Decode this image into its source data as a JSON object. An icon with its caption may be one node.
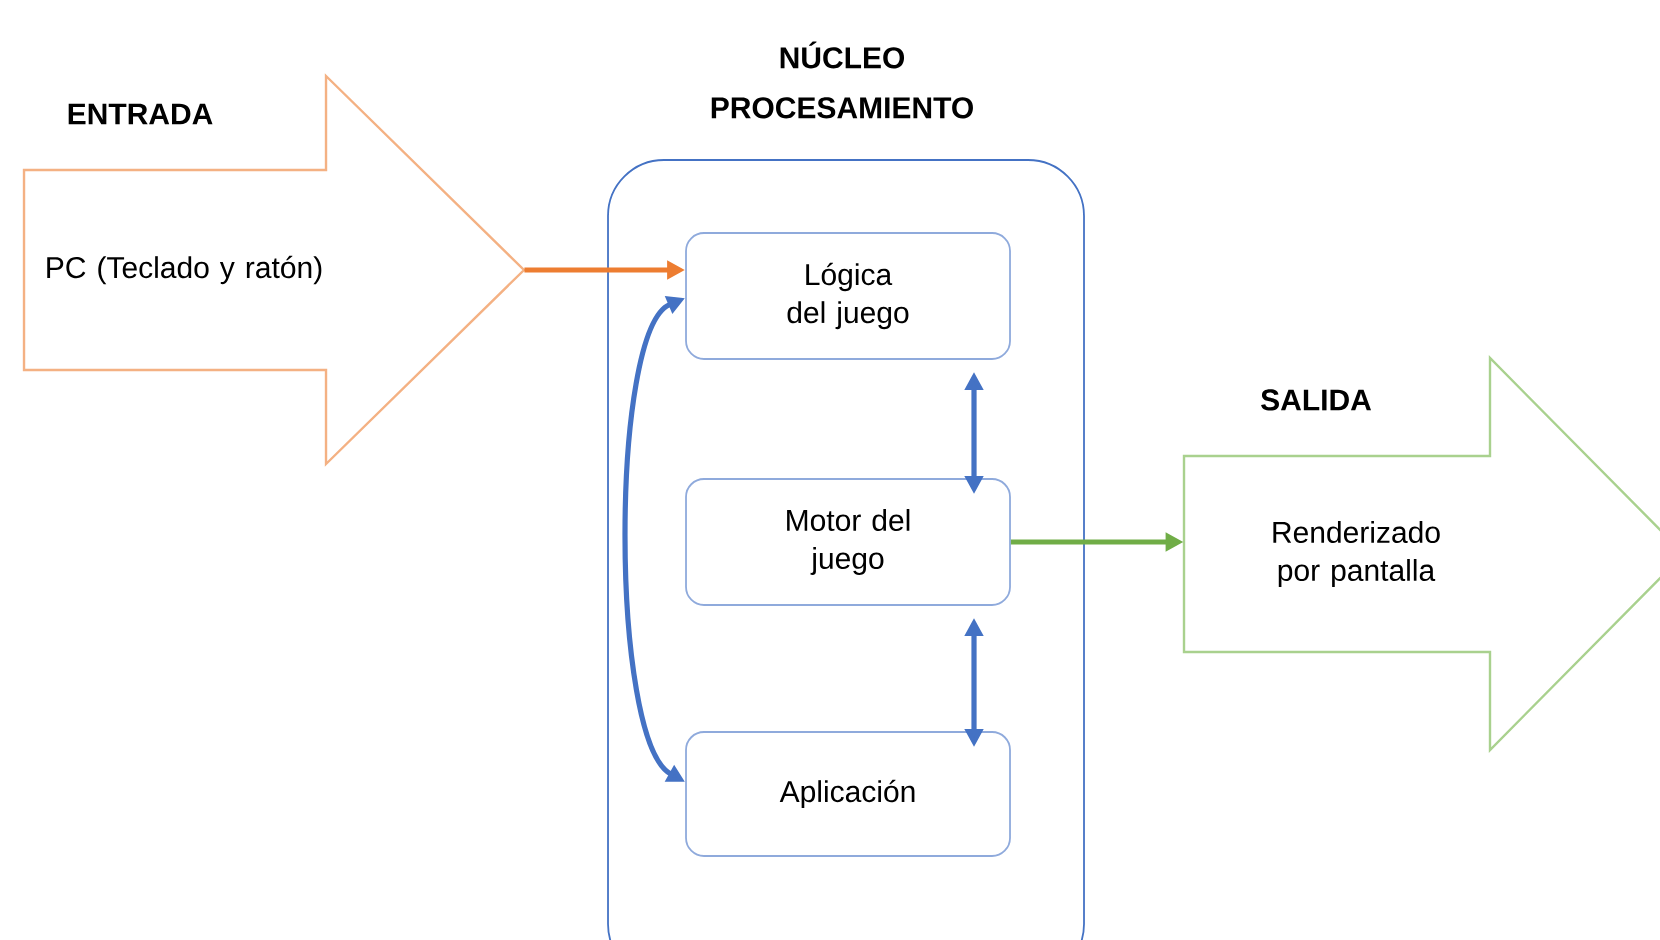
{
  "diagram": {
    "nodes": [
      {
        "text": [
          "ENTRADA",
          "PC (Teclado y ratón)"
        ]
      },
      {
        "text": [
          "NÚCLEO PROCESAMIENTO"
        ]
      },
      {
        "text": [
          "Lógica del juego"
        ],
        "in": 1
      },
      {
        "text": [
          "Motor del juego"
        ],
        "in": 1
      },
      {
        "text": [
          "Aplicación"
        ],
        "in": 1
      },
      {
        "text": [
          "SALIDA",
          "Renderizado por pantalla"
        ]
      }
    ],
    "edges": [
      {
        "from": 0,
        "to": 2,
        "arrow": "to",
        "color": "#ed7d31"
      },
      {
        "from": 2,
        "to": 3,
        "arrow": "both"
      },
      {
        "from": 3,
        "to": 4,
        "arrow": "both"
      },
      {
        "from": 2,
        "to": 4,
        "arrow": "both"
      },
      {
        "from": 3,
        "to": 5,
        "arrow": "to",
        "color": "#70ad47"
      }
    ]
  }
}
